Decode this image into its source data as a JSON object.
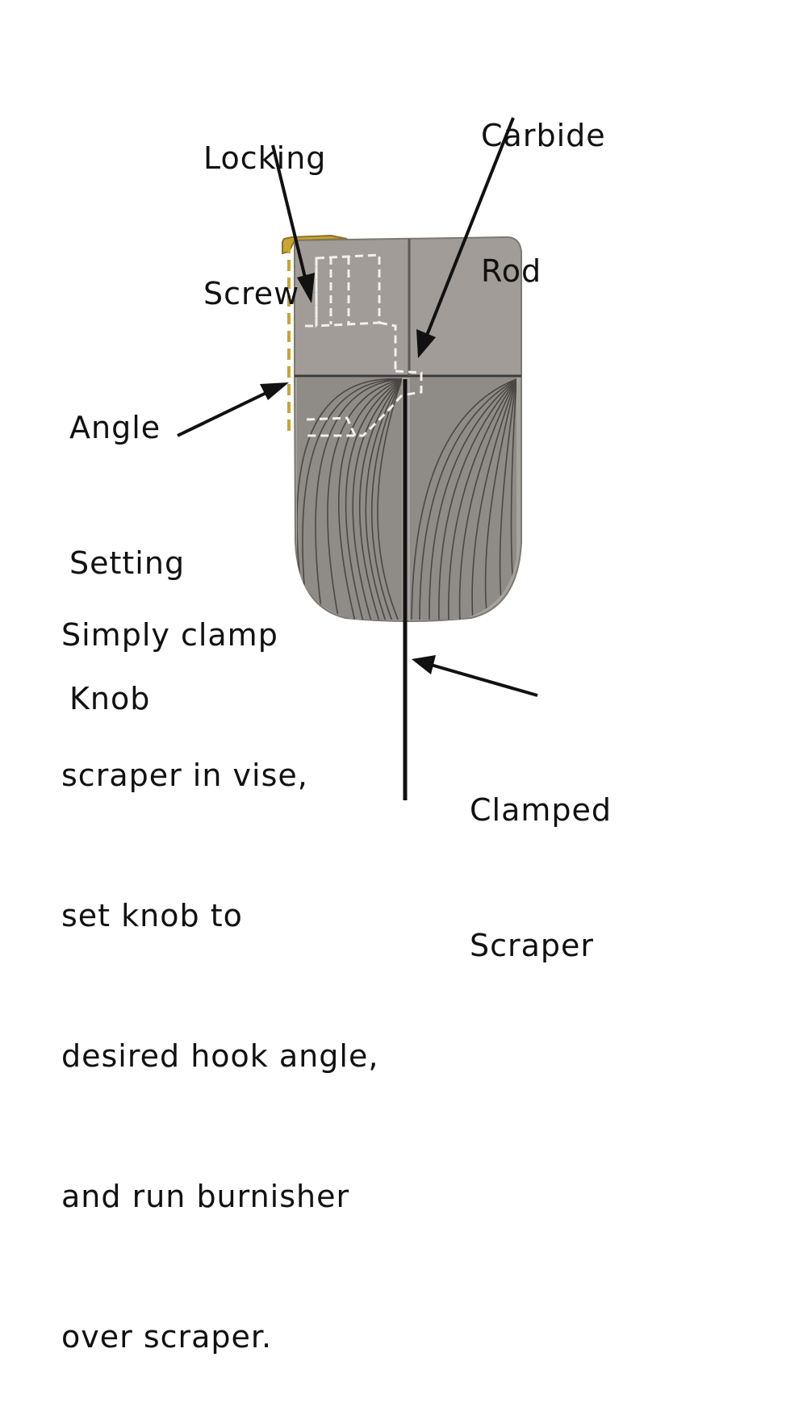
{
  "labels": {
    "locking_screw": [
      "Locking",
      "Screw"
    ],
    "carbide_rod": [
      "Carbide",
      "Rod"
    ],
    "angle_setting_knob": [
      "Angle",
      "Setting",
      "Knob"
    ],
    "clamped_scraper": [
      "Clamped",
      "Scraper"
    ]
  },
  "instructions": [
    "Simply clamp",
    "scraper in vise,",
    "set knob to",
    "desired hook angle,",
    "and run burnisher",
    "over scraper."
  ],
  "colors": {
    "body_gray": "#a19c97",
    "dark_line": "#3a3a3a",
    "hidden_line": "#f2f0ea",
    "accent_yellow": "#c9a531",
    "text": "#111111"
  }
}
